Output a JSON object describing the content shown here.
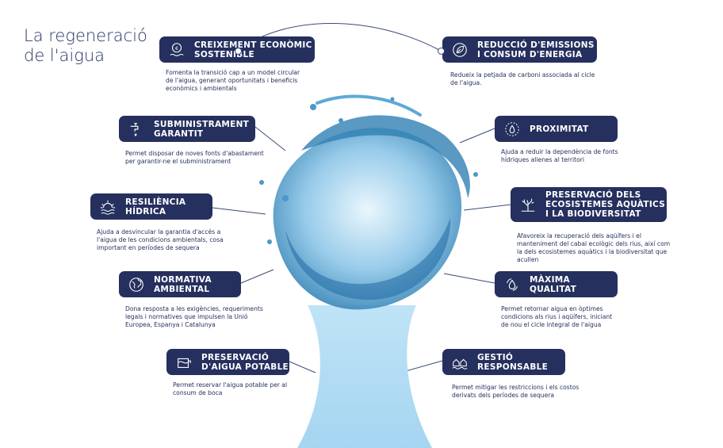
{
  "title": "La regeneració de l'aigua",
  "colors": {
    "pill": "#25305e",
    "water": "#a8d6f2",
    "water_dark": "#3d86b8",
    "line": "#3b4a7a"
  },
  "items": {
    "creixement": {
      "label": "CREIXEMENT ECONÒMIC SOSTENIBLE",
      "icon": "coin-waves-icon",
      "desc": "Fomenta la transició cap a un model circular de l'aigua, generant oportunitats i beneficis econòmics i ambientals"
    },
    "subministrament": {
      "label": "SUBMINISTRAMENT GARANTIT",
      "icon": "faucet-icon",
      "desc": "Permet disposar de noves fonts d'abastament per garantir-ne el subministrament"
    },
    "resiliencia": {
      "label": "RESILIÈNCIA HÍDRICA",
      "icon": "sun-waves-icon",
      "desc": "Ajuda a desvincular la garantia d'accés a l'aigua de les condicions ambientals, cosa important en períodes de sequera"
    },
    "normativa": {
      "label": "NORMATIVA AMBIENTAL",
      "icon": "globe-icon",
      "desc": "Dona resposta a les exigències, requeriments legals i normatives que impulsen la Unió Europea, Espanya i Catalunya"
    },
    "preservacio_potable": {
      "label": "PRESERVACIÓ D'AIGUA POTABLE",
      "icon": "tank-icon",
      "desc": "Permet reservar l'aigua potable per al consum de boca"
    },
    "reduccio": {
      "label": "REDUCCIÓ D'EMISSIONS I CONSUM D'ENERGIA",
      "icon": "leaf-icon",
      "desc": "Redueix la petjada de carboni associada al cicle de l'aigua."
    },
    "proximitat": {
      "label": "PROXIMITAT",
      "icon": "drop-target-icon",
      "desc": "Ajuda a reduir la dependència de fonts hídriques alienes al territori"
    },
    "ecosistemes": {
      "label": "PRESERVACIÓ DELS ECOSISTEMES AQUÀTICS I LA BIODIVERSITAT",
      "icon": "coral-icon",
      "desc": "Afavoreix la recuperació dels aqüífers i el manteniment del cabal ecològic dels rius, així com la dels ecosistemes aquàtics i la biodiversitat que acullen"
    },
    "qualitat": {
      "label": "MÀXIMA QUALITAT",
      "icon": "recycle-drop-icon",
      "desc": "Permet retornar aigua en òptimes condicions als rius i aqüífers, iniciant de nou el cicle integral de l'aigua"
    },
    "gestio": {
      "label": "GESTIÓ RESPONSABLE",
      "icon": "houses-water-icon",
      "desc": "Permet mitigar les restriccions i els costos derivats dels períodes de sequera"
    }
  }
}
